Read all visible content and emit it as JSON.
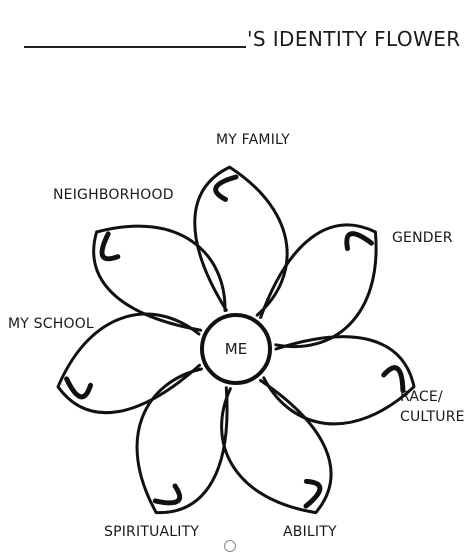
{
  "title": {
    "suffix": "'S IDENTITY FLOWER"
  },
  "center": {
    "label": "ME"
  },
  "petals": [
    {
      "label": "MY FAMILY"
    },
    {
      "label": "GENDER"
    },
    {
      "label": "RACE/"
    },
    {
      "label": "CULTURE"
    },
    {
      "label": "ABILITY"
    },
    {
      "label": "SPIRITUALITY"
    },
    {
      "label": "MY SCHOOL"
    },
    {
      "label": "NEIGHBORHOOD"
    }
  ]
}
